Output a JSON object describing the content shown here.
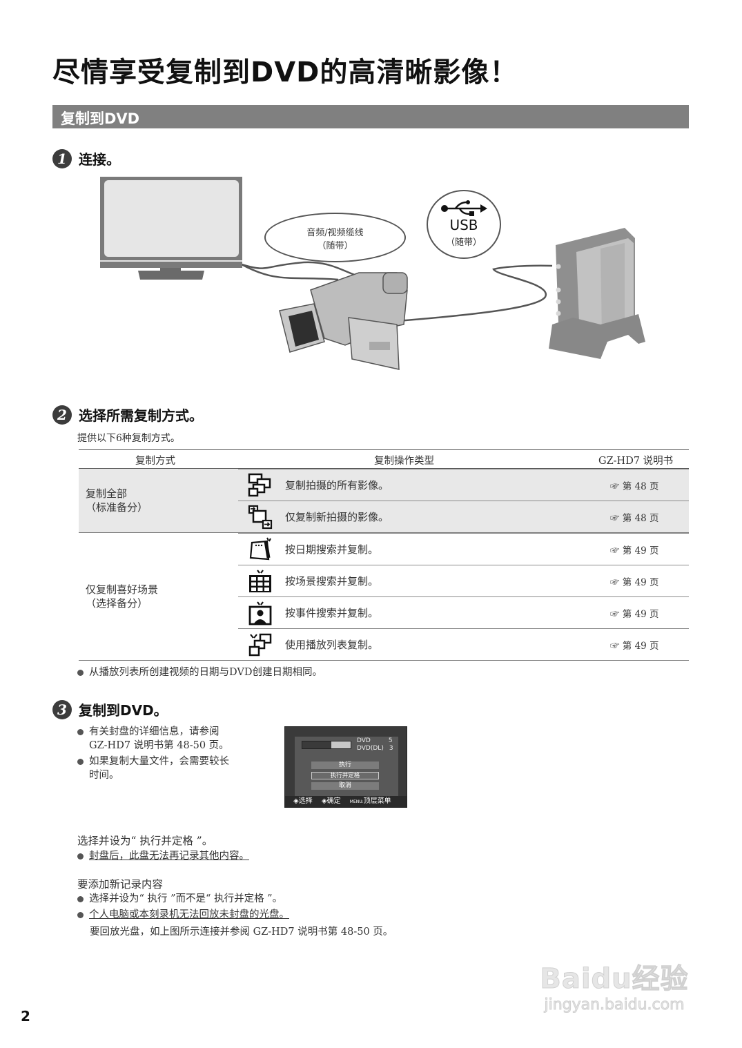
{
  "page": {
    "title": "尽情享受复制到DVD的高清晰影像！",
    "section": "复制到DVD",
    "page_number": "2"
  },
  "step1": {
    "number": "1",
    "heading": "连接。",
    "av_bubble": {
      "line1": "音频/视频缆线",
      "line2": "（随带）"
    },
    "usb_bubble": {
      "label": "USB",
      "line2": "（随带）"
    }
  },
  "step2": {
    "number": "2",
    "heading": "选择所需复制方式。",
    "intro": "提供以下6种复制方式。",
    "table": {
      "headers": [
        "复制方式",
        "复制操作类型",
        "GZ-HD7 说明书"
      ],
      "groups": [
        {
          "label_line1": "复制全部",
          "label_line2": "（标准备分）",
          "rows": [
            {
              "icon": "copy-all-icon",
              "text": "复制拍摄的所有影像。",
              "ref": "☞ 第 48 页"
            },
            {
              "icon": "copy-new-icon",
              "text": "仅复制新拍摄的影像。",
              "ref": "☞ 第 48 页"
            }
          ]
        },
        {
          "label_line1": "仅复制喜好场景",
          "label_line2": "（选择备分）",
          "rows": [
            {
              "icon": "calendar-date-icon",
              "text": "按日期搜索并复制。",
              "ref": "☞ 第 49 页"
            },
            {
              "icon": "scene-grid-icon",
              "text": "按场景搜索并复制。",
              "ref": "☞ 第 49 页"
            },
            {
              "icon": "event-person-icon",
              "text": "按事件搜索并复制。",
              "ref": "☞ 第 49 页"
            },
            {
              "icon": "playlist-icon",
              "text": "使用播放列表复制。",
              "ref": "☞ 第 49 页"
            }
          ]
        }
      ]
    },
    "note": "从播放列表所创建视频的日期与DVD创建日期相同。"
  },
  "step3": {
    "number": "3",
    "heading": "复制到DVD。",
    "bullets": [
      {
        "line1": "有关封盘的详细信息，请参阅",
        "line2": "GZ-HD7 说明书第 48-50 页。"
      },
      {
        "line1": "如果复制大量文件，会需要较长",
        "line2": "时间。"
      }
    ],
    "screen": {
      "dvd_label": "DVD",
      "dvd_value": "5",
      "dvd_dl_label": "DVD(DL)",
      "dvd_dl_value": "3",
      "buttons": [
        "执行",
        "执行并定格",
        "取消"
      ],
      "footer": {
        "select": "选择",
        "confirm": "确定",
        "menu_key": "MENU:",
        "menu_label": "顶层菜单"
      }
    },
    "instruction": "选择并设为“ 执行并定格 ”。",
    "instruction_note": "封盘后，此盘无法再记录其他内容。",
    "add_heading": "要添加新记录内容",
    "add_bullets": [
      "选择并设为“ 执行 ”而不是“ 执行并定格 ”。",
      "个人电脑或本刻录机无法回放未封盘的光盘。"
    ],
    "add_tail": "要回放光盘，如上图所示连接并参阅 GZ-HD7 说明书第 48-50 页。"
  },
  "watermark": {
    "brand": "Baidu经验",
    "url": "jingyan.baidu.com"
  }
}
